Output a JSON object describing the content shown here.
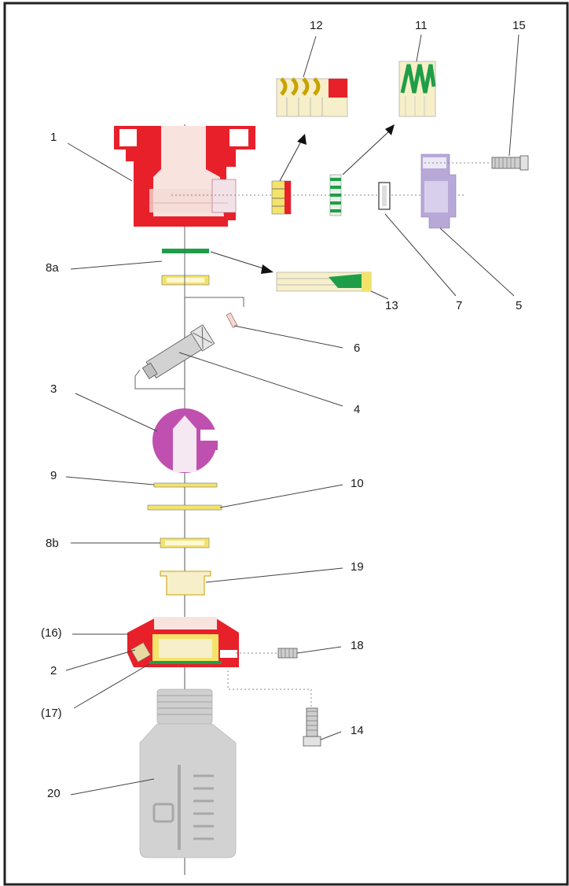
{
  "diagram": {
    "kind": "exploded-parts-view",
    "colors": {
      "red": "#e8202a",
      "cream": "#f6efc9",
      "yellow": "#f3e36a",
      "green": "#1f9e4a",
      "purple": "#b8a8d8",
      "magenta": "#c050b0",
      "grey": "#c9c9c9",
      "line": "#4a4a4a"
    },
    "labels": {
      "p1": "1",
      "p2": "2",
      "p3": "3",
      "p4": "4",
      "p5": "5",
      "p6": "6",
      "p7": "7",
      "p8a": "8a",
      "p8b": "8b",
      "p9": "9",
      "p10": "10",
      "p11": "11",
      "p12": "12",
      "p13": "13",
      "p14": "14",
      "p15": "15",
      "p16": "(16)",
      "p17": "(17)",
      "p18": "18",
      "p19": "19",
      "p20": "20"
    }
  }
}
